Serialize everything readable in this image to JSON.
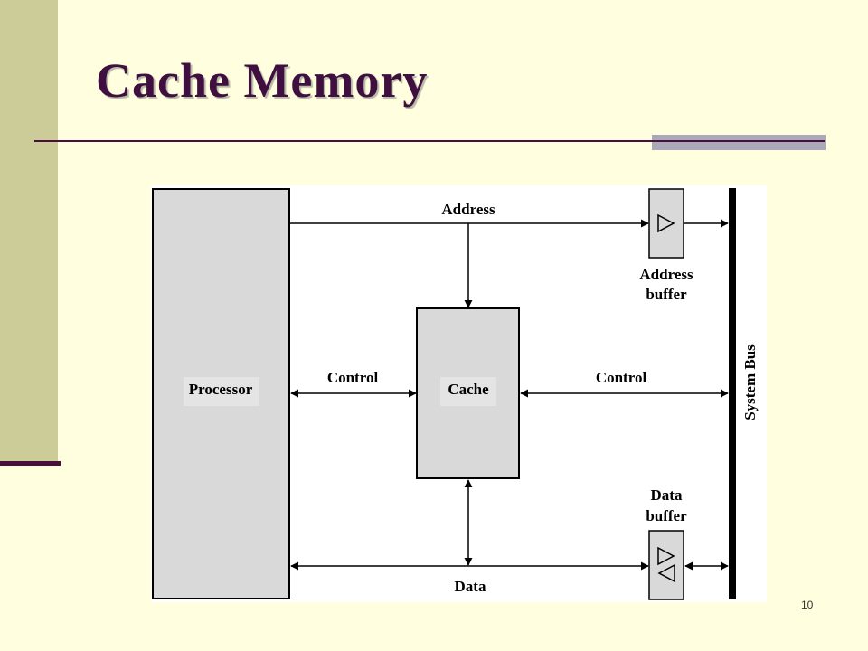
{
  "slide": {
    "title": "Cache Memory",
    "page_number": "10"
  },
  "diagram": {
    "blocks": {
      "processor": "Processor",
      "cache": "Cache",
      "system_bus": "System Bus"
    },
    "signals": {
      "address": "Address",
      "control_left": "Control",
      "control_right": "Control",
      "data": "Data"
    },
    "buffers": {
      "address_buffer": [
        "Address",
        "buffer"
      ],
      "data_buffer": [
        "Data",
        "buffer"
      ]
    }
  },
  "colors": {
    "background": "#ffffe0",
    "sidebar": "#cccc99",
    "accent": "#4b0d3f",
    "block_fill": "#d9d9d9"
  }
}
